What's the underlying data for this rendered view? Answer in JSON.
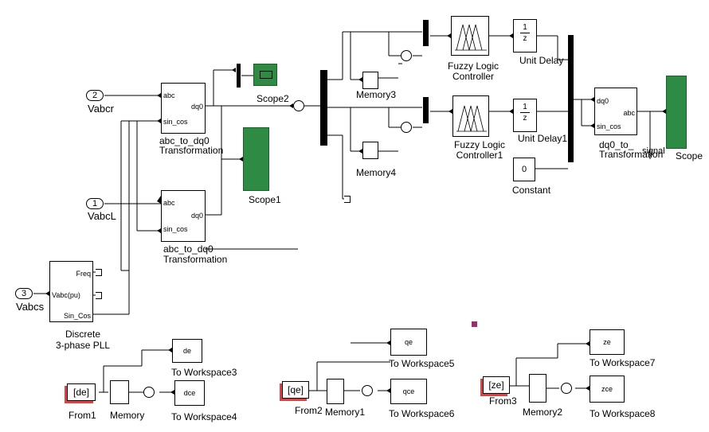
{
  "inports": {
    "vabcr_num": "2",
    "vabcr_label": "Vabcr",
    "vabcl_num": "1",
    "vabcl_label": "VabcL",
    "vabcs_num": "3",
    "vabcs_label": "Vabcs"
  },
  "transform1": {
    "p_abc": "abc",
    "p_sincos": "sin_cos",
    "p_dq0": "dq0",
    "label": "abc_to_dq0\nTransformation"
  },
  "transform2": {
    "p_abc": "abc",
    "p_sincos": "sin_cos",
    "p_dq0": "dq0",
    "label1": "abc_to_dq0",
    "label2": "Transformation"
  },
  "scopes": {
    "scope2": "Scope2",
    "scope1": "Scope1",
    "scope": "Scope"
  },
  "pll": {
    "p_freq": "Freq",
    "p_vabc": "Vabc(pu)",
    "p_sincos": "Sin_Cos",
    "label1": "Discrete",
    "label2": "3-phase PLL"
  },
  "memories": {
    "m3": "Memory3",
    "m4": "Memory4",
    "m": "Memory",
    "m1": "Memory1",
    "m2": "Memory2"
  },
  "fuzzy": {
    "f1_l1": "Fuzzy Logic",
    "f1_l2": "Controller",
    "f2_l1": "Fuzzy Logic",
    "f2_l2": "Controller1"
  },
  "unitdelay": {
    "u1": "Unit Delay",
    "u2": "Unit Delay1",
    "one": "1",
    "z": "z"
  },
  "constant": {
    "value": "0",
    "label": "Constant"
  },
  "dq0abc": {
    "p_dq0": "dq0",
    "p_sincos": "sin_cos",
    "p_abc": "abc",
    "label1": "dq0_to_",
    "label2": "Transformation",
    "signal": "signal"
  },
  "workspace": {
    "de": "de",
    "ws3": "To Workspace3",
    "dce": "dce",
    "ws4": "To Workspace4",
    "qe": "qe",
    "ws5": "To Workspace5",
    "qce": "qce",
    "ws6": "To Workspace6",
    "ze": "ze",
    "ws7": "To Workspace7",
    "zce": "zce",
    "ws8": "To Workspace8"
  },
  "froms": {
    "de": "[de]",
    "de_label": "From1",
    "qe": "[qe]",
    "qe_label": "From2",
    "ze": "[ze]",
    "ze_label": "From3"
  },
  "colors": {
    "scope": "#2e8b44",
    "from_shadow": "#e04040",
    "marker": "#9b2d6e"
  }
}
